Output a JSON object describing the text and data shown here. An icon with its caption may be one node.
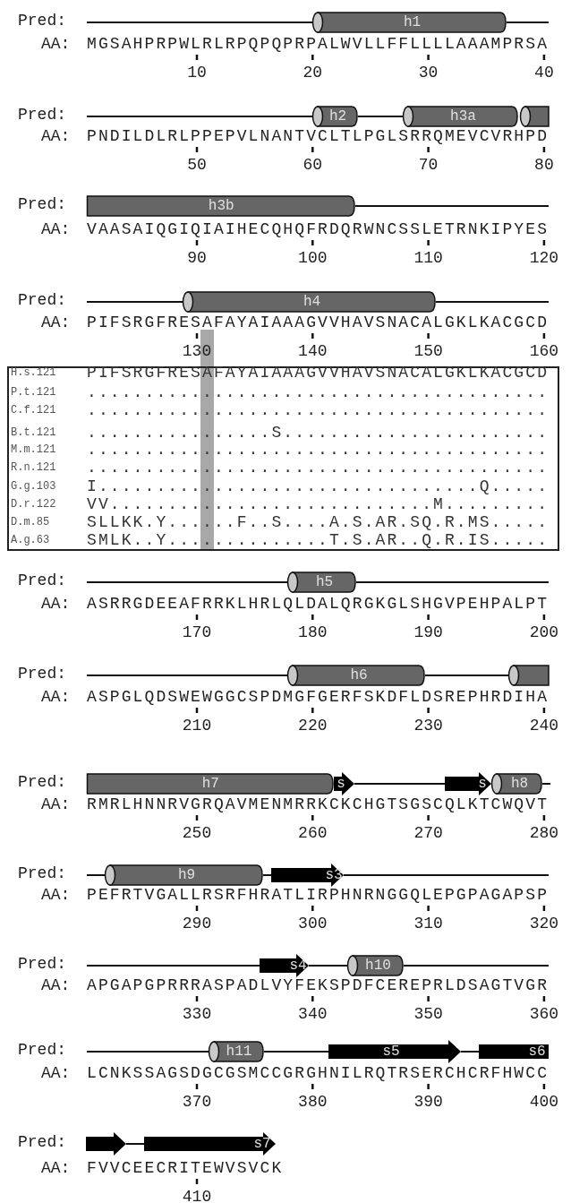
{
  "diagram": {
    "nodes": [
      {
        "text": [
          "h1"
        ]
      },
      {
        "text": [
          "h2"
        ]
      },
      {
        "text": [
          "h3a"
        ]
      },
      {
        "text": [],
        "shape": "cylinder"
      },
      {
        "text": [
          "h3b"
        ]
      },
      {
        "text": [
          "h4"
        ]
      },
      {
        "text": [
          "H.s.121",
          "PIFSRGFRESAFAYAIAAAGVVHAVSNACALGKLKACGCD",
          "P.t.121",
          "........................................",
          "C.f.121",
          "........................................",
          "B.t.121",
          "................S.......................",
          "M.m.121",
          "........................................",
          "R.n.121",
          "........................................",
          "G.g.103",
          "I.................................Q.....",
          "D.r.122",
          "VV............................M.........",
          "D.m.85",
          "SLLKK.Y......F..S....A.S.AR.SQ.R.MS.....",
          "A.g.63",
          "SMLK..Y..............T.S.AR..Q.R.IS....."
        ]
      },
      {
        "text": [
          "h5"
        ]
      },
      {
        "text": [
          "h6"
        ]
      },
      {
        "text": [],
        "shape": "cylinder"
      },
      {
        "text": [
          "h7"
        ]
      },
      {
        "text": [
          "s"
        ]
      },
      {
        "text": [
          "s"
        ]
      },
      {
        "text": [
          "h8"
        ]
      },
      {
        "text": [
          "h9"
        ]
      },
      {
        "text": [
          "s3"
        ]
      },
      {
        "text": [
          "s4"
        ]
      },
      {
        "text": [
          "h10"
        ]
      },
      {
        "text": [
          "h11"
        ]
      },
      {
        "text": [
          "s5"
        ]
      },
      {
        "text": [
          "s6"
        ]
      },
      {
        "text": [],
        "shape": "arrow"
      },
      {
        "text": [
          "s7"
        ]
      }
    ],
    "edges": [
      {
        "from": null,
        "to": 0,
        "arrow": "none"
      },
      {
        "from": 0,
        "to": null,
        "arrow": "none"
      },
      {
        "from": null,
        "to": 1,
        "arrow": "none"
      },
      {
        "from": 1,
        "to": 2,
        "arrow": "none"
      },
      {
        "from": 4,
        "to": null,
        "arrow": "none"
      },
      {
        "from": null,
        "to": 5,
        "arrow": "none"
      },
      {
        "from": 5,
        "to": null,
        "arrow": "none"
      },
      {
        "from": null,
        "to": 7,
        "arrow": "none"
      },
      {
        "from": 7,
        "to": null,
        "arrow": "none"
      },
      {
        "from": null,
        "to": 8,
        "arrow": "none"
      },
      {
        "from": 8,
        "to": 9,
        "arrow": "none"
      },
      {
        "from": 11,
        "to": 12,
        "arrow": "none"
      },
      {
        "from": 13,
        "to": null,
        "arrow": "none"
      },
      {
        "from": null,
        "to": 14,
        "arrow": "none"
      },
      {
        "from": 14,
        "to": 15,
        "arrow": "none"
      },
      {
        "from": 15,
        "to": null,
        "arrow": "none"
      },
      {
        "from": null,
        "to": 16,
        "arrow": "none"
      },
      {
        "from": 16,
        "to": 17,
        "arrow": "none"
      },
      {
        "from": 17,
        "to": null,
        "arrow": "none"
      },
      {
        "from": null,
        "to": 18,
        "arrow": "none"
      },
      {
        "from": 18,
        "to": 19,
        "arrow": "none"
      },
      {
        "from": 19,
        "to": 20,
        "arrow": "none"
      },
      {
        "from": 21,
        "to": 22,
        "arrow": "none"
      }
    ],
    "labels": [
      "Pred:",
      "AA:",
      "MGSAHPRPWLRLRPQPQPRPALWVLLFFLLLLAAAMPRSA",
      "10",
      "20",
      "30",
      "40",
      "Pred:",
      "AA:",
      "PNDILDLRLPPEPVLNANTVCLTLPGLSRRQMEVCVRHPD",
      "50",
      "60",
      "70",
      "80",
      "Pred:",
      "AA:",
      "VAASAIQGIQIAIHECQHQFRDQRWNCSSLETRNKIPYES",
      "90",
      "100",
      "110",
      "120",
      "Pred:",
      "AA:",
      "PIFSRGFRESAFAYAIAAAGVVHAVSNACALGKLKACGCD",
      "130",
      "140",
      "150",
      "160",
      "Pred:",
      "AA:",
      "ASRRGDEEAFRRKLHRLQLDALQRGKGLSHGVPEHPALPT",
      "170",
      "180",
      "190",
      "200",
      "Pred:",
      "AA:",
      "ASPGLQDSWEWGGCSPDMGFGERFSKDFLDSREPHRDIHA",
      "210",
      "220",
      "230",
      "240",
      "Pred:",
      "AA:",
      "RMRLHNNRVGRQAVMENMRRKCKCHGTSGSCQLKTCWQVT",
      "250",
      "260",
      "270",
      "280",
      "Pred:",
      "AA:",
      "PEFRTVGALLRSRFHRATLIRPHNRNGGQLEPGPAGAPSP",
      "290",
      "300",
      "310",
      "320",
      "Pred:",
      "AA:",
      "APGAPGPRRRASPADLVYFEKSPDFCEREPRLDSAGTVGR",
      "330",
      "340",
      "350",
      "360",
      "Pred:",
      "AA:",
      "LCNKSSAGSDGCGSMCCGRGHNILRQTRSERCHCRFHWCC",
      "370",
      "380",
      "390",
      "400",
      "Pred:",
      "AA:",
      "FVVCEECRITEWVSVCK",
      "410"
    ]
  }
}
